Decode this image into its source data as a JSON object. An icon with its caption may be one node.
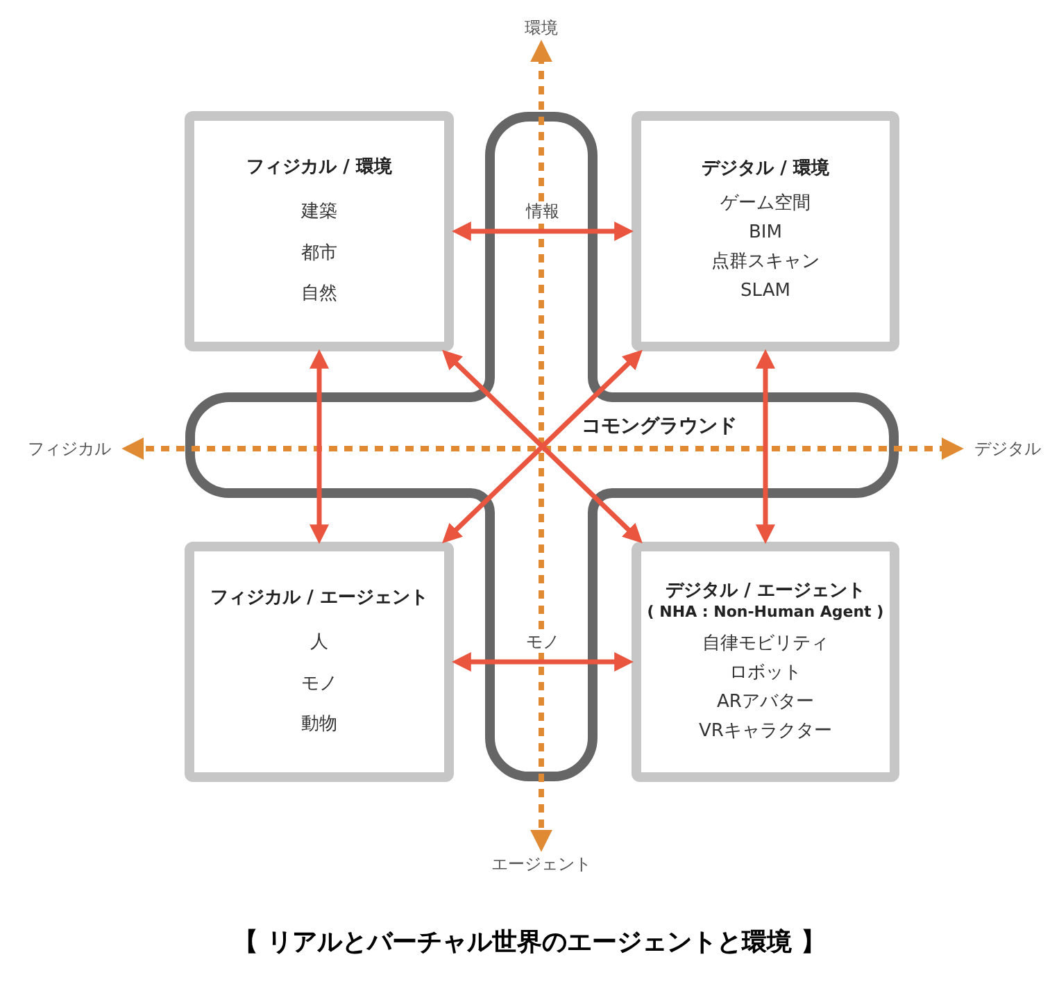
{
  "diagram": {
    "title": "【 リアルとバーチャル世界のエージェントと環境 】",
    "nodes": [
      {
        "text": [
          "フィジカル / 環境",
          "建築",
          "都市",
          "自然"
        ]
      },
      {
        "text": [
          "デジタル / 環境",
          "ゲーム空間",
          "BIM",
          "点群スキャン",
          "SLAM"
        ]
      },
      {
        "text": [
          "フィジカル / エージェント",
          "人",
          "モノ",
          "動物"
        ]
      },
      {
        "text": [
          "デジタル / エージェント",
          "( NHA : Non-Human Agent )",
          "自律モビリティ",
          "ロボット",
          "ARアバター",
          "VRキャラクター"
        ]
      },
      {
        "text": [
          "環境"
        ]
      },
      {
        "text": [
          "フィジカル"
        ]
      },
      {
        "text": [
          "デジタル"
        ]
      },
      {
        "text": [
          "エージェント"
        ]
      }
    ],
    "edges": [
      {
        "from": 7,
        "to": 4,
        "arrow": "both",
        "style": "dashed",
        "color": "#e08a33"
      },
      {
        "from": 5,
        "to": 6,
        "arrow": "both",
        "style": "dashed",
        "color": "#e08a33"
      },
      {
        "from": 0,
        "to": 1,
        "arrow": "both",
        "label": "情報"
      },
      {
        "from": 2,
        "to": 3,
        "arrow": "both",
        "label": "モノ"
      },
      {
        "from": 0,
        "to": 2,
        "arrow": "both"
      },
      {
        "from": 1,
        "to": 3,
        "arrow": "both"
      },
      {
        "from": 0,
        "to": 3,
        "arrow": "both"
      },
      {
        "from": 1,
        "to": 2,
        "arrow": "both"
      }
    ],
    "labels": [
      "コモングラウンド"
    ]
  }
}
